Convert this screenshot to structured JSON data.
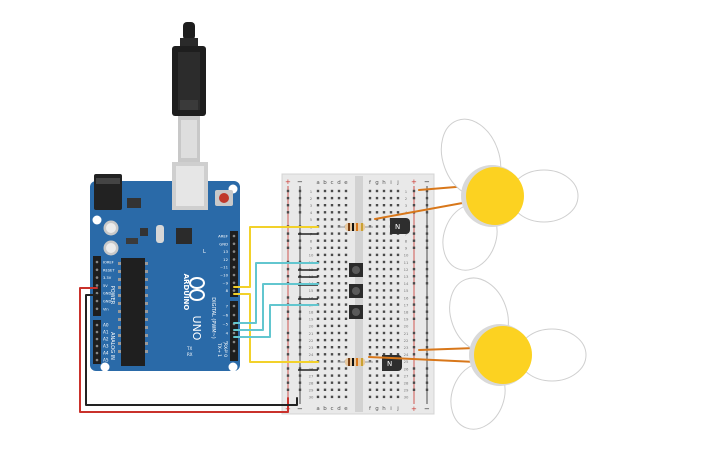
{
  "arduino": {
    "brand": "ARDUINO",
    "model": "UNO",
    "label_power": "POWER",
    "label_analog": "ANALOG IN",
    "label_digital": "DIGITAL (PWM~)",
    "label_tx": "TX→ 1",
    "label_rx": "RX← 0",
    "label_l": "L",
    "label_txl": "TX",
    "label_rxl": "RX",
    "power_pins": [
      "IOREF",
      "RESET",
      "3.3V",
      "5V",
      "GND",
      "GND",
      "Vin"
    ],
    "analog_pins": [
      "A0",
      "A1",
      "A2",
      "A3",
      "A4",
      "A5"
    ],
    "digital_pins_top": [
      "AREF",
      "GND",
      "13",
      "12",
      "~11",
      "~10",
      "~9",
      "8"
    ],
    "digital_pins_bottom": [
      "7",
      "~6",
      "~5",
      "4",
      "~3",
      "2"
    ]
  },
  "breadboard": {
    "columns_left": [
      "a",
      "b",
      "c",
      "d",
      "e"
    ],
    "columns_right": [
      "f",
      "g",
      "h",
      "i",
      "j"
    ],
    "rail_plus": "+",
    "rail_minus": "−",
    "row_numbers": [
      "1",
      "2",
      "3",
      "4",
      "5",
      "6",
      "7",
      "8",
      "9",
      "10",
      "11",
      "12",
      "13",
      "14",
      "15",
      "16",
      "17",
      "18",
      "19",
      "20",
      "21",
      "22",
      "23",
      "24",
      "25",
      "26",
      "27",
      "28",
      "29",
      "30"
    ]
  },
  "transistors": [
    {
      "label": "N"
    },
    {
      "label": "N"
    }
  ],
  "colors": {
    "board": "#2a6aa8",
    "wire_yellow": "#f2d12a",
    "wire_teal": "#62c6cf",
    "wire_red": "#c9312b",
    "wire_black": "#222222",
    "wire_orange": "#d8771a",
    "motor": "#fcd221",
    "breadboard": "#e9e9e9"
  }
}
